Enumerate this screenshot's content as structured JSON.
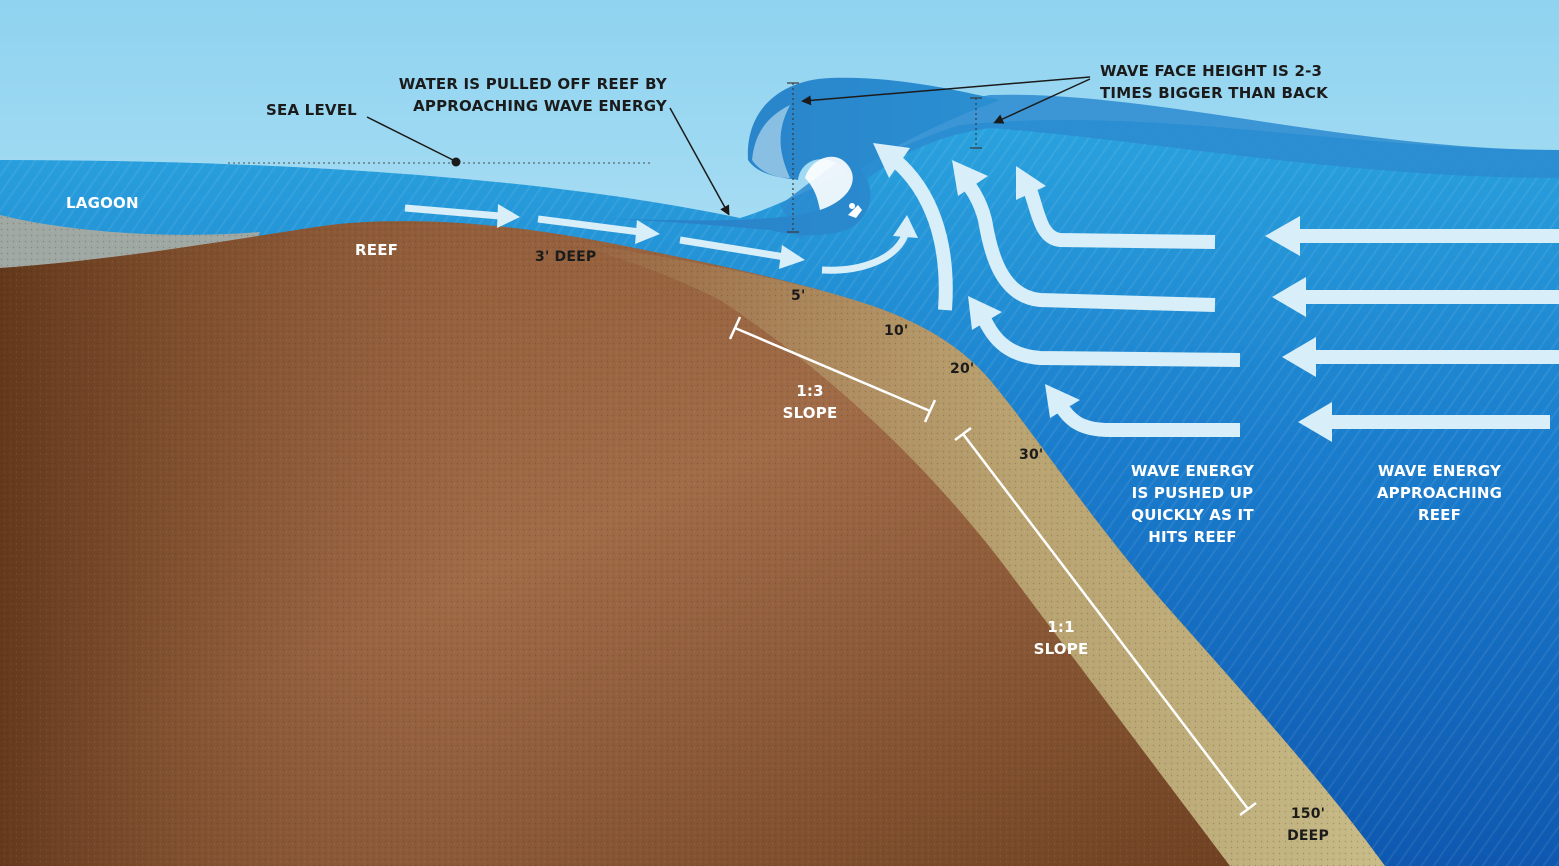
{
  "labels": {
    "sea_level": "SEA LEVEL",
    "water_pulled_line1": "WATER IS PULLED OFF REEF BY",
    "water_pulled_line2": "APPROACHING WAVE ENERGY",
    "wave_face_line1": "WAVE FACE HEIGHT IS 2-3",
    "wave_face_line2": "TIMES BIGGER THAN BACK",
    "lagoon": "LAGOON",
    "reef": "REEF",
    "depth_3": "3' DEEP",
    "depth_5": "5'",
    "depth_10": "10'",
    "depth_20": "20'",
    "depth_30": "30'",
    "depth_150_line1": "150'",
    "depth_150_line2": "DEEP",
    "slope_13_ratio": "1:3",
    "slope_13_word": "SLOPE",
    "slope_11_ratio": "1:1",
    "slope_11_word": "SLOPE",
    "pushed_line1": "WAVE ENERGY",
    "pushed_line2": "IS PUSHED UP",
    "pushed_line3": "QUICKLY AS IT",
    "pushed_line4": "HITS REEF",
    "approach_line1": "WAVE ENERGY",
    "approach_line2": "APPROACHING",
    "approach_line3": "REEF"
  },
  "colors": {
    "sky_top": "#8fd3f0",
    "sky_bottom": "#e4f5fc",
    "ocean_shallow": "#2a9fdc",
    "ocean_deep": "#0f5fb8",
    "wave_crest": "#2d85cc",
    "reef_dark": "#6e3f1f",
    "reef_light": "#a06a45",
    "slope_sand": "#c2b47e",
    "lagoon_floor": "#9fa8a2",
    "arrow": "#d8eef9",
    "annotation": "#1b1b1b"
  }
}
